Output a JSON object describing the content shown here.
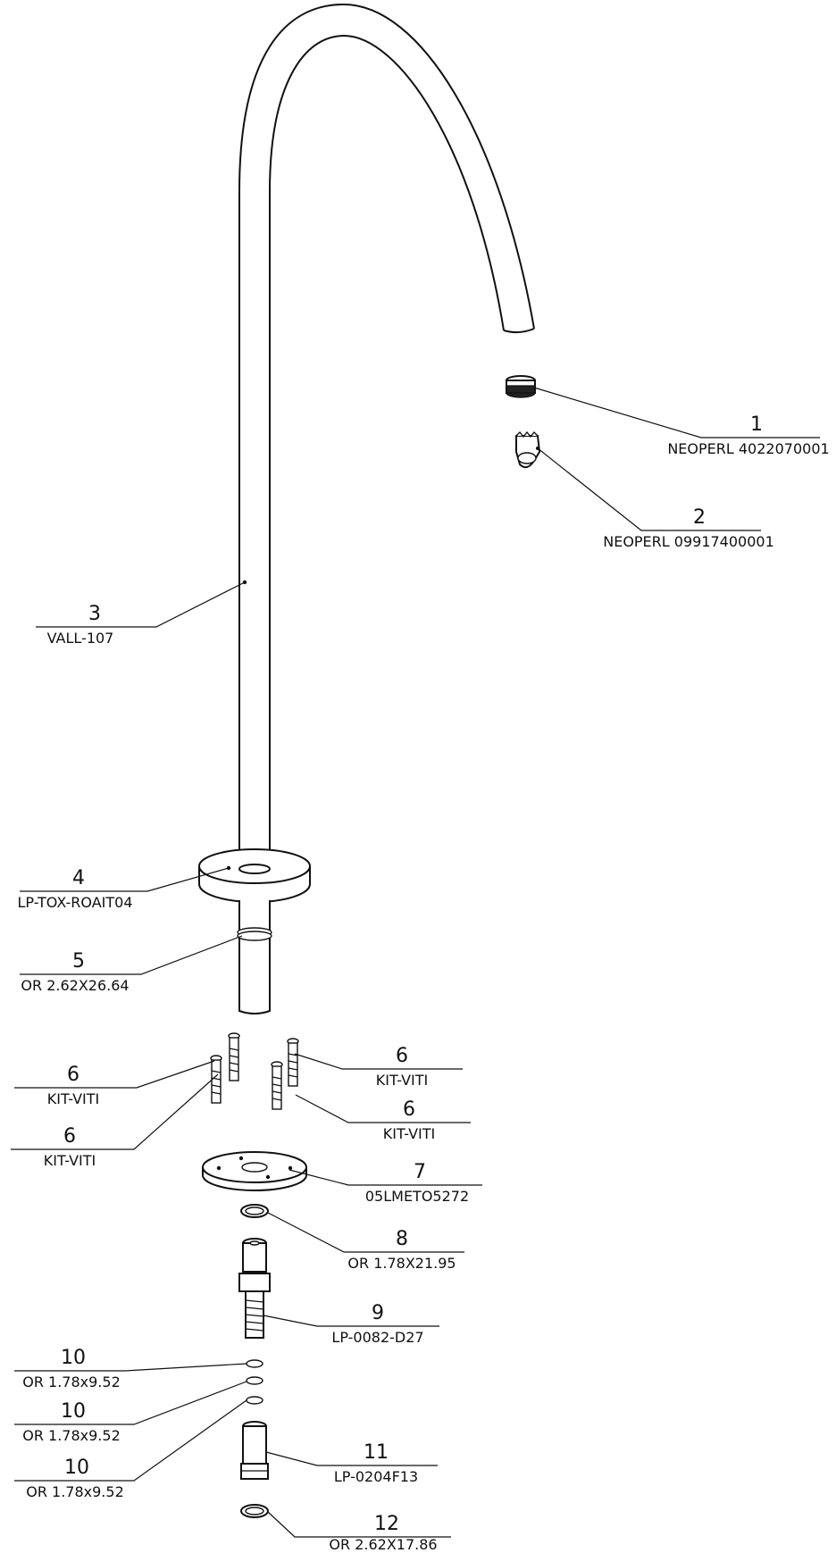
{
  "callouts": [
    {
      "number": "1",
      "code": "NEOPERL 4022070001"
    },
    {
      "number": "2",
      "code": "NEOPERL 09917400001"
    },
    {
      "number": "3",
      "code": "VALL-107"
    },
    {
      "number": "4",
      "code": "LP-TOX-ROAIT04"
    },
    {
      "number": "5",
      "code": "OR 2.62X26.64"
    },
    {
      "number": "6",
      "code": "KIT-VITI"
    },
    {
      "number": "6",
      "code": "KIT-VITI"
    },
    {
      "number": "6",
      "code": "KIT-VITI"
    },
    {
      "number": "6",
      "code": "KIT-VITI"
    },
    {
      "number": "7",
      "code": "05LMETO5272"
    },
    {
      "number": "8",
      "code": "OR 1.78X21.95"
    },
    {
      "number": "9",
      "code": "LP-0082-D27"
    },
    {
      "number": "10",
      "code": "OR 1.78x9.52"
    },
    {
      "number": "10",
      "code": "OR 1.78x9.52"
    },
    {
      "number": "10",
      "code": "OR 1.78x9.52"
    },
    {
      "number": "11",
      "code": "LP-0204F13"
    },
    {
      "number": "12",
      "code": "OR 2.62X17.86"
    }
  ]
}
